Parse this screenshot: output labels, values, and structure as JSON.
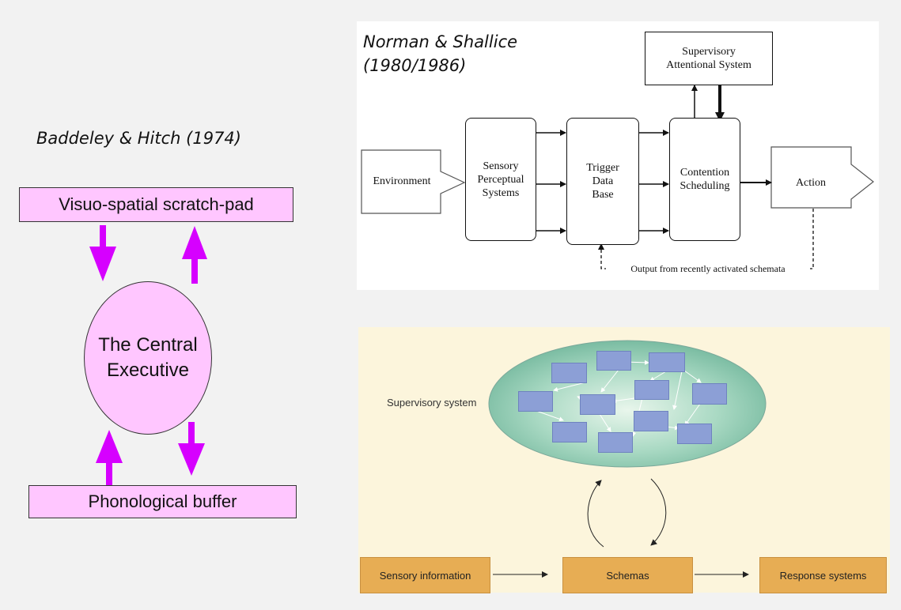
{
  "baddeley": {
    "title": "Baddeley & Hitch (1974)",
    "visuospatial": "Visuo-spatial scratch-pad",
    "central_line1": "The Central",
    "central_line2": "Executive",
    "phonological": "Phonological buffer",
    "colors": {
      "box_fill": "#ffc6ff",
      "arrow": "#d600ff"
    }
  },
  "norman": {
    "title_line1": "Norman & Shallice",
    "title_line2": "(1980/1986)",
    "sas_line1": "Supervisory",
    "sas_line2": "Attentional System",
    "environment": "Environment",
    "sensory_line1": "Sensory",
    "sensory_line2": "Perceptual",
    "sensory_line3": "Systems",
    "trigger_line1": "Trigger",
    "trigger_line2": "Data",
    "trigger_line3": "Base",
    "contention_line1": "Contention",
    "contention_line2": "Scheduling",
    "action": "Action",
    "output_label": "Output from recently activated schemata"
  },
  "supervisory_model": {
    "supervisory_label": "Supervisory system",
    "sensory_information": "Sensory information",
    "schemas": "Schemas",
    "response_systems": "Response systems",
    "colors": {
      "orange": "#e7ad54",
      "ellipse": "#7fc0a8",
      "blue": "#8c9fd6",
      "panel": "#fcf5dc"
    }
  }
}
